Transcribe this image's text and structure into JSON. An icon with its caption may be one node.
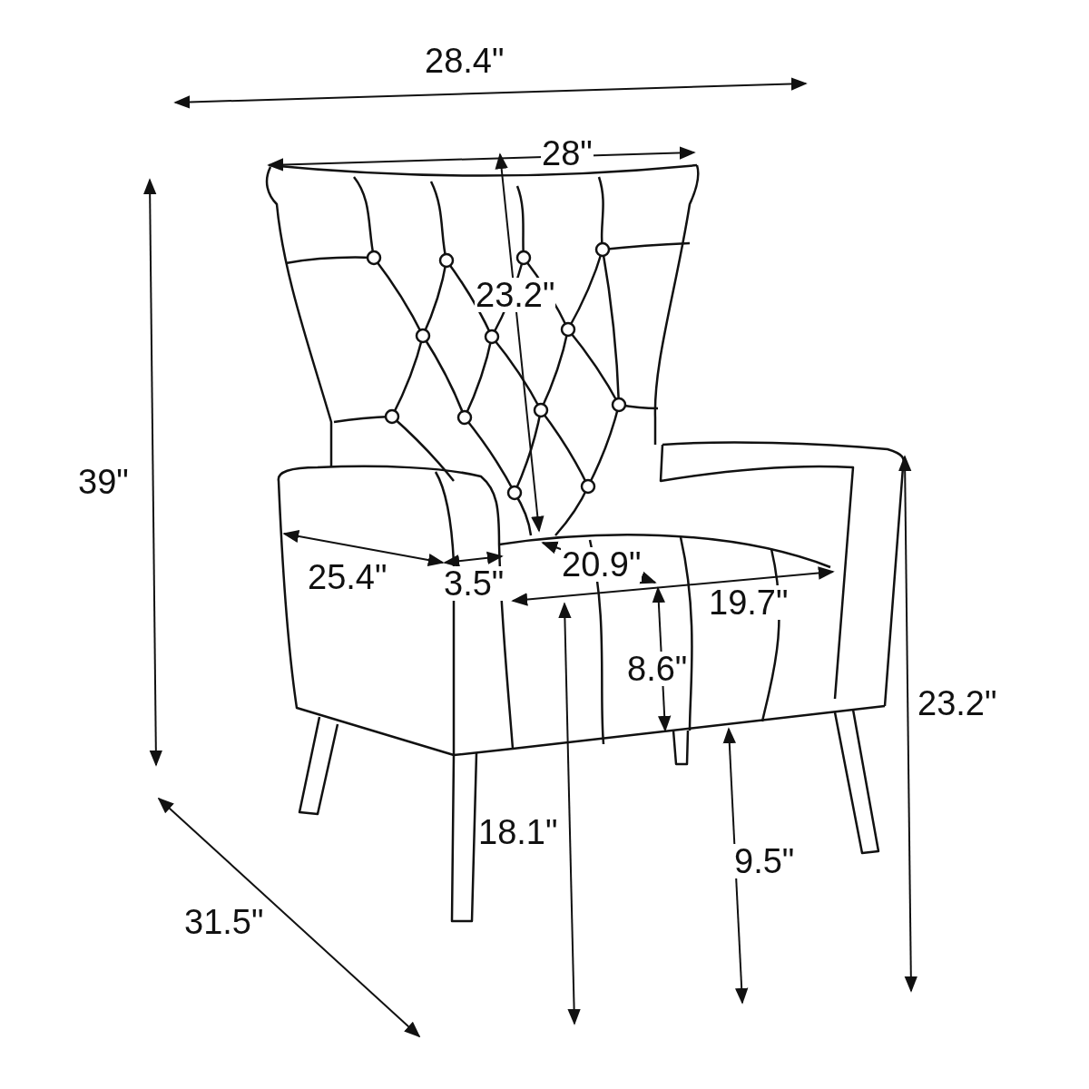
{
  "diagram": {
    "labels": [
      "28.4\"",
      "28\"",
      "23.2\"",
      "39\"",
      "25.4\"",
      "3.5\"",
      "20.9\"",
      "19.7\"",
      "8.6\"",
      "23.2\"",
      "18.1\"",
      "9.5\"",
      "31.5\""
    ]
  }
}
